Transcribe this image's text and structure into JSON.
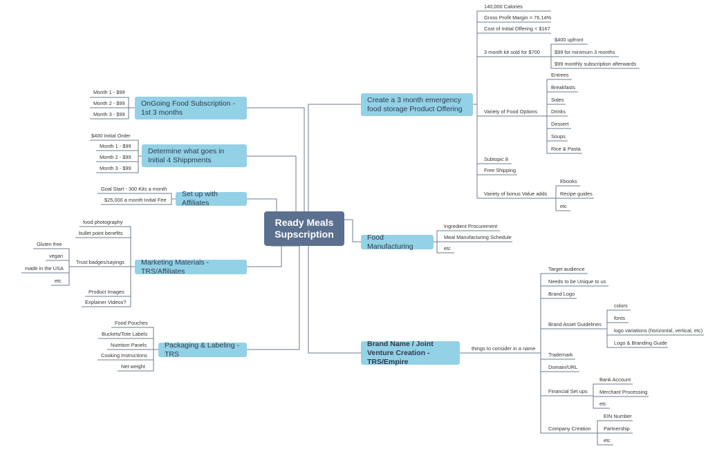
{
  "central": "Ready Meals Supscription",
  "left_branches": {
    "ongoing": {
      "label": "OnGoing Food Subscription - 1st 3 months",
      "items": [
        "Month 1 - $99",
        "Month 2 - $99",
        "Month 3 - $99"
      ]
    },
    "initial": {
      "label": "Determine what goes in Initial 4 Shippments",
      "items": [
        "$400 Initial Order",
        "Month 1 - $99",
        "Month 2 - $99",
        "Month 3 - $99"
      ]
    },
    "affiliates": {
      "label": "Set up with Affiliates",
      "items": [
        "Goal Start - 300 Kits a month",
        "$25,000 a month Initial Fee"
      ]
    },
    "marketing": {
      "label": "Marketing Materials - TRS/Affiliates",
      "items": [
        "food photography",
        "bullet point benefits",
        "Trust badges/sayings",
        "Product Images",
        "Explainer Videos?"
      ],
      "trust_items": [
        "Gluten free",
        "vegan",
        "made in the USA",
        "etc"
      ]
    },
    "packaging": {
      "label": "Packaging & Labeling - TRS",
      "items": [
        "Food Pouches",
        "Buckets/Tote Labels",
        "Nutrition Panels",
        "Cooking Instructions",
        "Net weight"
      ]
    }
  },
  "right_branches": {
    "create": {
      "label": "Create a 3 month emergency food storage Product Offering",
      "items": [
        "140,000 Calories",
        "Gross Profit Margin = 76.14%",
        "Cost of Initial Offering < $167",
        "3 month kit sold for $700",
        "Variety of Food Options",
        "Subtopic 8",
        "Free Shipping",
        "Variety of bonus Value adds"
      ],
      "kit_items": [
        "$400 upfront",
        "$99 for minimum 3 months",
        "$99 monthly subscription afterwards"
      ],
      "food_items": [
        "Entrees",
        "Breakfasts",
        "Sides",
        "Drinks",
        "Dessert",
        "Soups",
        "Rice & Pasta"
      ],
      "bonus_items": [
        "Ebooks",
        "Recipe guides",
        "etc"
      ]
    },
    "manufacturing": {
      "label": "Food Manufacturing",
      "items": [
        "Ingredient Procurement",
        "Meal Manufacturing Schedule",
        "etc"
      ]
    },
    "brand": {
      "label": "Brand Name / Joint Venture Creation - TRS/Empire",
      "consider": "things to consider in a name",
      "items": [
        "Target audience",
        "Needs to be Unique to us",
        "Brand Logo",
        "Brand Asset Guidelines",
        "Trademark",
        "Domain/URL",
        "Financial Set ups",
        "Company Creation"
      ],
      "asset_items": [
        "colors",
        "fonts",
        "logo variations (horizontal, vertical, etc)",
        "Logo & Branding Guide"
      ],
      "financial_items": [
        "Bank Account",
        "Merchant Processing",
        "etc"
      ],
      "company_items": [
        "EIN Number",
        "Partnership",
        "etc"
      ]
    }
  }
}
